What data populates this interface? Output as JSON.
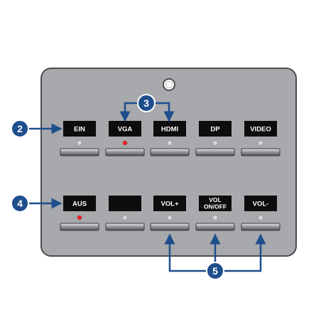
{
  "panel": {
    "colors": {
      "plate": "#a7a9ac",
      "plate_edge": "#4d4d4f",
      "button_face": "#0d0d0d",
      "led_off": "#d9d9d9",
      "led_on": "#ed1c24",
      "callout": "#1f4e8c"
    },
    "rows": [
      {
        "buttons": [
          {
            "label_lines": [
              "EIN"
            ],
            "led": "off"
          },
          {
            "label_lines": [
              "VGA"
            ],
            "led": "on"
          },
          {
            "label_lines": [
              "HDMI"
            ],
            "led": "off"
          },
          {
            "label_lines": [
              "DP"
            ],
            "led": "off"
          },
          {
            "label_lines": [
              "VIDEO"
            ],
            "led": "off"
          }
        ]
      },
      {
        "buttons": [
          {
            "label_lines": [
              "AUS"
            ],
            "led": "on"
          },
          {
            "label_lines": [],
            "led": "off"
          },
          {
            "label_lines": [
              "VOL+"
            ],
            "led": "off"
          },
          {
            "label_lines": [
              "VOL",
              "ON/OFF"
            ],
            "led": "off"
          },
          {
            "label_lines": [
              "VOL-"
            ],
            "led": "off"
          }
        ]
      }
    ]
  },
  "callouts": [
    {
      "number": "2"
    },
    {
      "number": "3"
    },
    {
      "number": "4"
    },
    {
      "number": "5"
    }
  ]
}
